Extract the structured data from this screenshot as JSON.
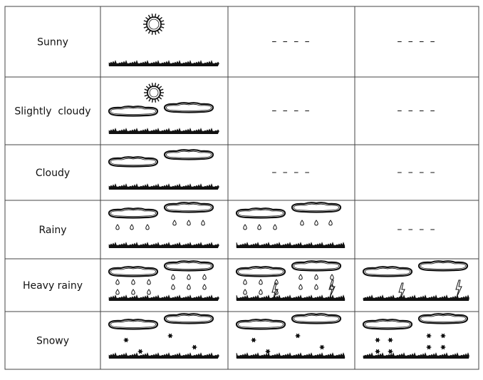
{
  "rows": [
    {
      "label": "Sunny",
      "cells": [
        [
          "sun",
          "ground"
        ],
        [
          "dash"
        ],
        [
          "dash"
        ]
      ]
    },
    {
      "label": "Slightly  cloudy",
      "cells": [
        [
          "sun-small",
          "cloud-left",
          "cloud-right",
          "ground"
        ],
        [
          "dash"
        ],
        [
          "dash"
        ]
      ]
    },
    {
      "label": "Cloudy",
      "cells": [
        [
          "cloud-left-high",
          "cloud-right-high",
          "ground"
        ],
        [
          "dash"
        ],
        [
          "dash"
        ]
      ]
    },
    {
      "label": "Rainy",
      "cells": [
        [
          "cloud-left",
          "cloud-right",
          "rain-light",
          "ground"
        ],
        [
          "cloud-left",
          "cloud-right",
          "rain-light",
          "ground"
        ],
        [
          "dash"
        ]
      ]
    },
    {
      "label": "Heavy rainy",
      "cells": [
        [
          "cloud-left",
          "cloud-right",
          "rain-heavy",
          "ground"
        ],
        [
          "cloud-left",
          "cloud-right",
          "rain-heavy",
          "lightning-both",
          "ground"
        ],
        [
          "cloud-left",
          "cloud-right",
          "lightning-both",
          "ground"
        ]
      ]
    },
    {
      "label": "Snowy",
      "cells": [
        [
          "cloud-left",
          "cloud-right",
          "snow-light",
          "ground"
        ],
        [
          "cloud-left",
          "cloud-right",
          "snow-light",
          "ground"
        ],
        [
          "cloud-left",
          "cloud-right",
          "snow-heavy",
          "ground"
        ]
      ]
    }
  ],
  "dash_text": "– – – –",
  "colors": {
    "ink": "#111111",
    "line": "#444444",
    "background": "#ffffff"
  },
  "icons": [
    "sun-icon",
    "cloud-icon",
    "raindrop-icon",
    "snowflake-icon",
    "lightning-icon",
    "grass-ground-icon"
  ]
}
